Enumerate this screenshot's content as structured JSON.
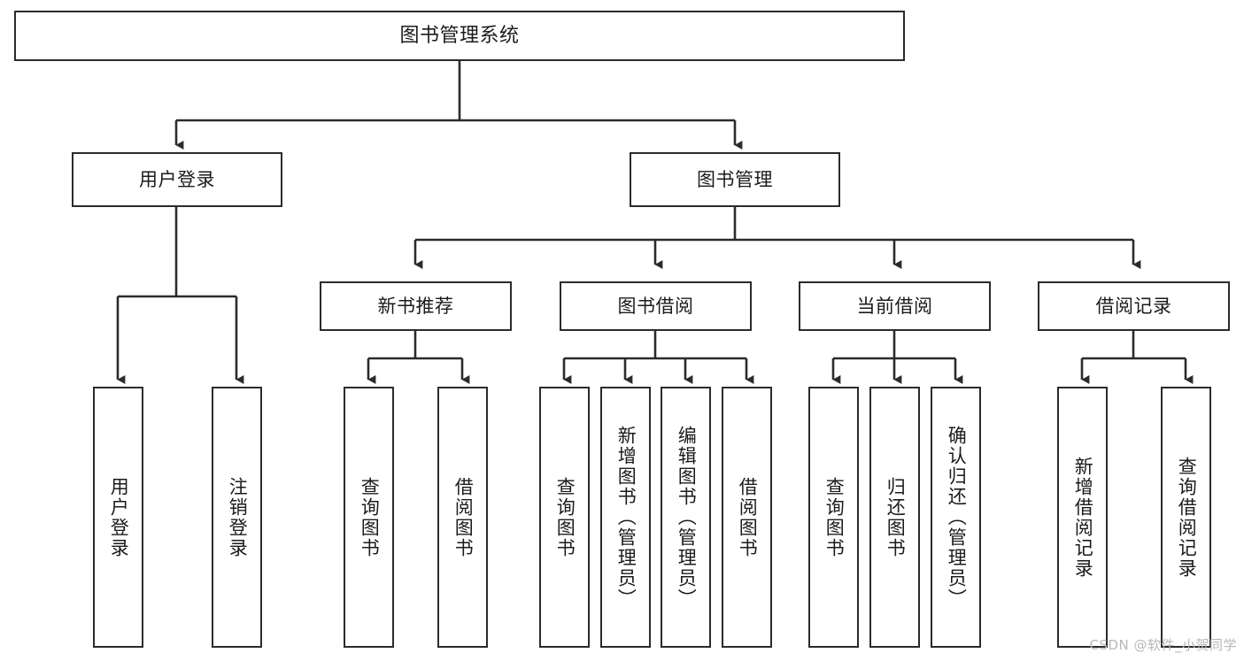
{
  "diagram": {
    "title": "图书管理系统",
    "type": "tree-hierarchy",
    "root": {
      "label": "图书管理系统"
    },
    "level1": [
      {
        "label": "用户登录"
      },
      {
        "label": "图书管理"
      }
    ],
    "level2": [
      {
        "label": "新书推荐"
      },
      {
        "label": "图书借阅"
      },
      {
        "label": "当前借阅"
      },
      {
        "label": "借阅记录"
      }
    ],
    "leaves": {
      "user_login": [
        {
          "label": "用户登录"
        },
        {
          "label": "注销登录"
        }
      ],
      "new_book_recommend": [
        {
          "label": "查询图书"
        },
        {
          "label": "借阅图书"
        }
      ],
      "book_borrow": [
        {
          "label": "查询图书"
        },
        {
          "label": "新增图书（管理员）"
        },
        {
          "label": "编辑图书（管理员）"
        },
        {
          "label": "借阅图书"
        }
      ],
      "current_borrow": [
        {
          "label": "查询图书"
        },
        {
          "label": "归还图书"
        },
        {
          "label": "确认归还（管理员）"
        }
      ],
      "borrow_record": [
        {
          "label": "新增借阅记录"
        },
        {
          "label": "查询借阅记录"
        }
      ]
    }
  },
  "watermark": {
    "text": "CSDN @软件_小贺同学"
  },
  "colors": {
    "stroke": "#2b2b2b",
    "background": "#ffffff",
    "text": "#1b1b1b",
    "watermark": "#b8b8b8"
  }
}
